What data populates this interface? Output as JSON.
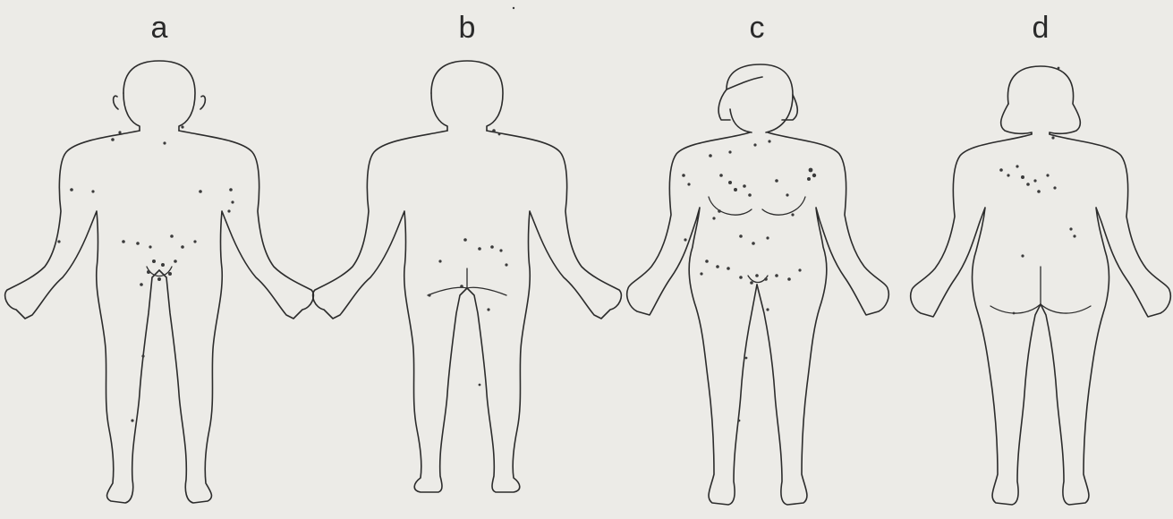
{
  "figure": {
    "panels": [
      {
        "label": "a",
        "view": "male-front"
      },
      {
        "label": "b",
        "view": "male-back"
      },
      {
        "label": "c",
        "view": "female-front"
      },
      {
        "label": "d",
        "view": "female-back"
      }
    ],
    "colors": {
      "background": "#ecebe7",
      "outline": "#2c2c2c",
      "lesion": "#3a3a3a"
    }
  }
}
